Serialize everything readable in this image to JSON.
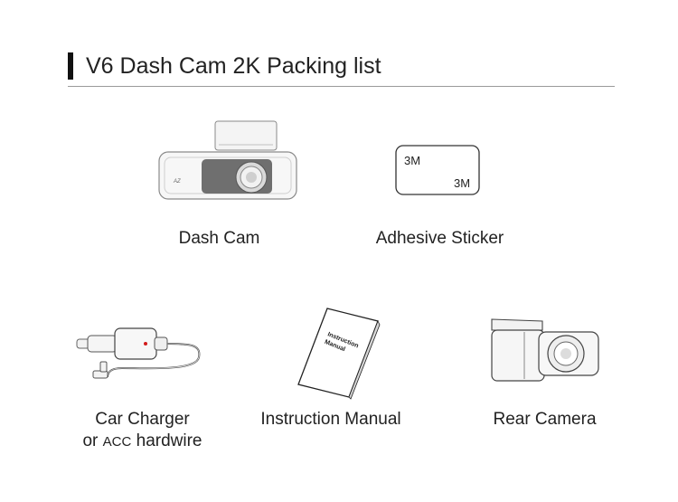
{
  "header": {
    "title": "V6 Dash Cam 2K Packing list"
  },
  "items": [
    {
      "label": "Dash Cam",
      "icon": "dash-cam-icon"
    },
    {
      "label": "Adhesive Sticker",
      "icon": "adhesive-sticker-icon",
      "sticker_text_1": "3M",
      "sticker_text_2": "3M"
    },
    {
      "label_line1": "Car Charger",
      "label_line2_prefix": "or ",
      "label_line2_acc": "ACC",
      "label_line2_suffix": " hardwire",
      "icon": "car-charger-icon"
    },
    {
      "label": "Instruction Manual",
      "icon": "instruction-manual-icon",
      "cover_text_1": "Instruction",
      "cover_text_2": "Manual"
    },
    {
      "label": "Rear Camera",
      "icon": "rear-camera-icon"
    }
  ],
  "colors": {
    "accent_bar": "#111111",
    "rule": "#9a9a9a",
    "charger_led": "#d21a1a"
  }
}
